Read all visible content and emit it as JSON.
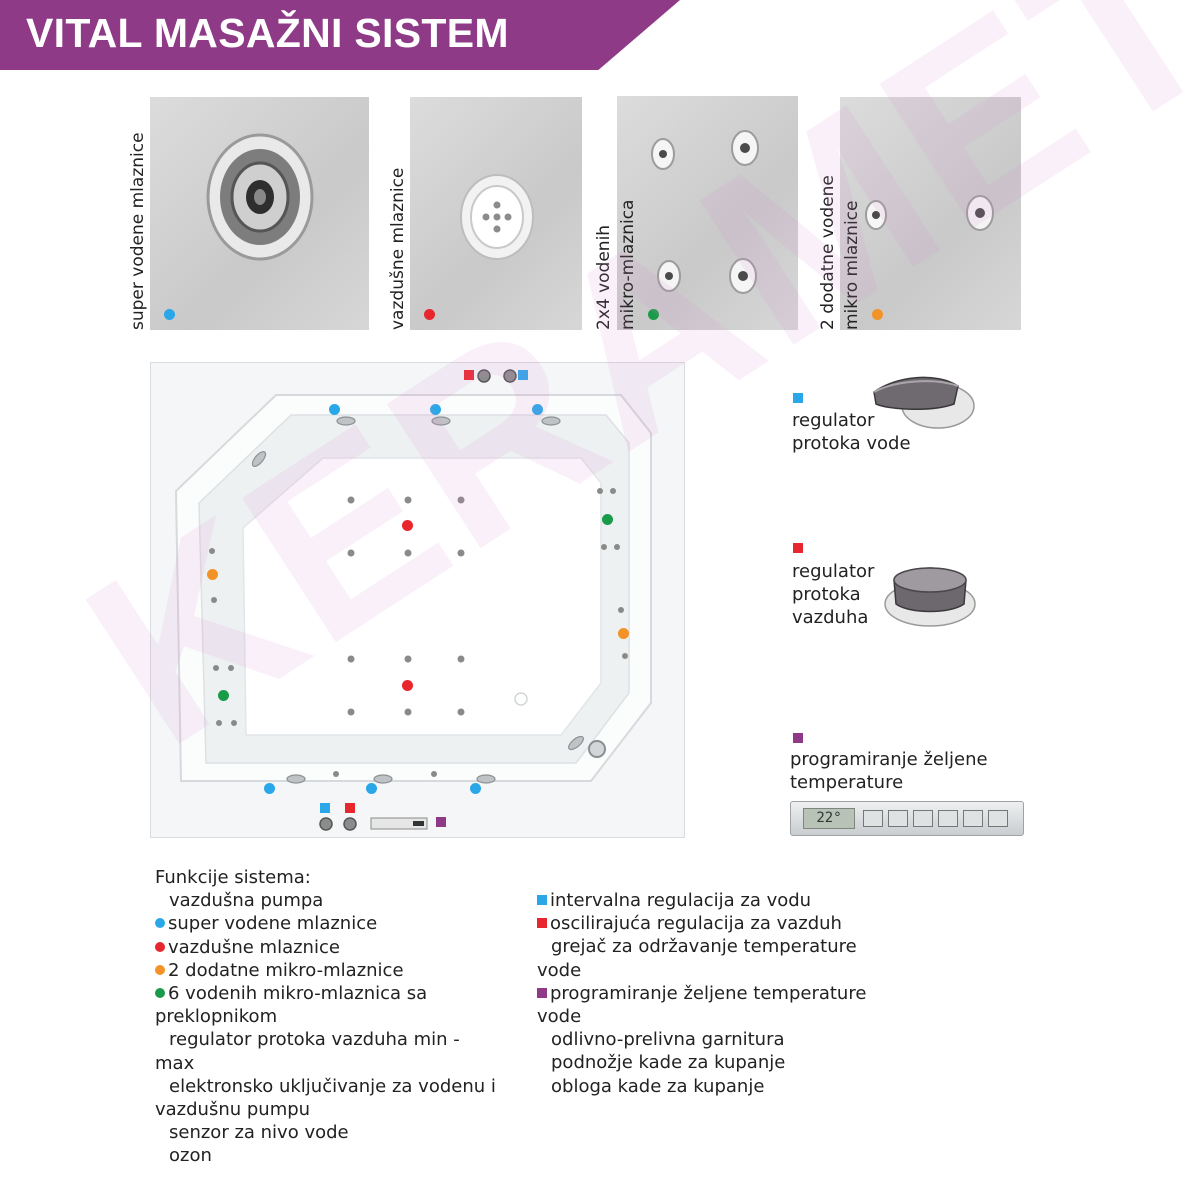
{
  "header": {
    "title": "VITAL MASAŽNI SISTEM"
  },
  "watermark": "KERAMETAL",
  "colors": {
    "banner": "#8e3a86",
    "blue": "#2aa7e8",
    "red": "#e8262d",
    "green": "#1b9a4b",
    "orange": "#f39227",
    "purple": "#8e3a86"
  },
  "jets": [
    {
      "label": "super vodene mlaznice",
      "marker": "blue"
    },
    {
      "label": "vazdušne mlaznice",
      "marker": "red"
    },
    {
      "line1": "2x4 vodenih",
      "line2": "mikro-mlaznica",
      "marker": "green"
    },
    {
      "line1": "2 dodatne vodene",
      "line2": "mikro mlaznice",
      "marker": "orange"
    }
  ],
  "controls": {
    "water": {
      "line1": "regulator",
      "line2": "protoka vode",
      "marker": "blue"
    },
    "air": {
      "line1": "regulator",
      "line2": "protoka",
      "line3": "vazduha",
      "marker": "red"
    },
    "temp": {
      "line1": "programiranje željene",
      "line2": "temperature",
      "marker": "purple",
      "display": "22°"
    }
  },
  "functions": {
    "heading": "Funkcije sistema:",
    "left": [
      {
        "text": "vazdušna pumpa",
        "marker": "none"
      },
      {
        "text": "super vodene mlaznice",
        "marker": "blue"
      },
      {
        "text": "vazdušne mlaznice",
        "marker": "red"
      },
      {
        "text": "2 dodatne mikro-mlaznice",
        "marker": "orange"
      },
      {
        "text": "6 vodenih mikro-mlaznica sa",
        "cont": "preklopnikom",
        "marker": "green"
      },
      {
        "text": "regulator protoka vazduha min -",
        "cont": "max",
        "marker": "none"
      },
      {
        "text": "elektronsko uključivanje za vodenu i",
        "cont": "vazdušnu pumpu",
        "marker": "none"
      },
      {
        "text": "senzor za nivo vode",
        "marker": "none"
      },
      {
        "text": "ozon",
        "marker": "none"
      }
    ],
    "right": [
      {
        "text": "intervalna regulacija za vodu",
        "marker": "blue-square"
      },
      {
        "text": "oscilirajuća regulacija za vazduh",
        "marker": "red-square"
      },
      {
        "text": "grejač za održavanje temperature",
        "cont": "vode",
        "marker": "none"
      },
      {
        "text": "programiranje željene temperature",
        "cont": "vode",
        "marker": "purple-square"
      },
      {
        "text": "odlivno-prelivna garnitura",
        "marker": "none"
      },
      {
        "text": "podnožje kade za kupanje",
        "marker": "none"
      },
      {
        "text": "obloga kade za kupanje",
        "marker": "none"
      }
    ]
  }
}
